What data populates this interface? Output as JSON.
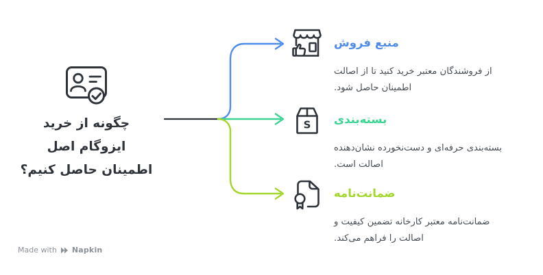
{
  "root": {
    "title_lines": [
      "چگونه از خرید",
      "ایزوگام اصل",
      "اطمینان حاصل کنیم؟"
    ]
  },
  "branches": [
    {
      "title": "منبع فروش",
      "color": "#4F8CE9",
      "icon": "storefront-thumbs-up-icon",
      "desc_lines": [
        "از فروشندگان معتبر خرید کنید تا از اصالت",
        "اطمینان حاصل شود."
      ]
    },
    {
      "title": "بسته‌بندی",
      "color": "#3BD392",
      "icon": "package-box-icon",
      "desc_lines": [
        "بسته‌بندی حرفه‌ای و دست‌نخورده نشان‌دهنده",
        "اصالت است."
      ]
    },
    {
      "title": "ضمانت‌نامه",
      "color": "#A3D62B",
      "icon": "certificate-icon",
      "desc_lines": [
        "ضمانت‌نامه معتبر کارخانه تضمین کیفیت و",
        "اصالت را فراهم می‌کند."
      ]
    }
  ],
  "icons": {
    "package_letter": "S"
  },
  "watermark": {
    "prefix": "Made with",
    "brand": "Napkin"
  },
  "colors": {
    "ink": "#2E333A",
    "text": "#474D54",
    "blue": "#4F8CE9",
    "teal": "#3BD392",
    "lime": "#A3D62B",
    "watermark": "#8A9197"
  }
}
